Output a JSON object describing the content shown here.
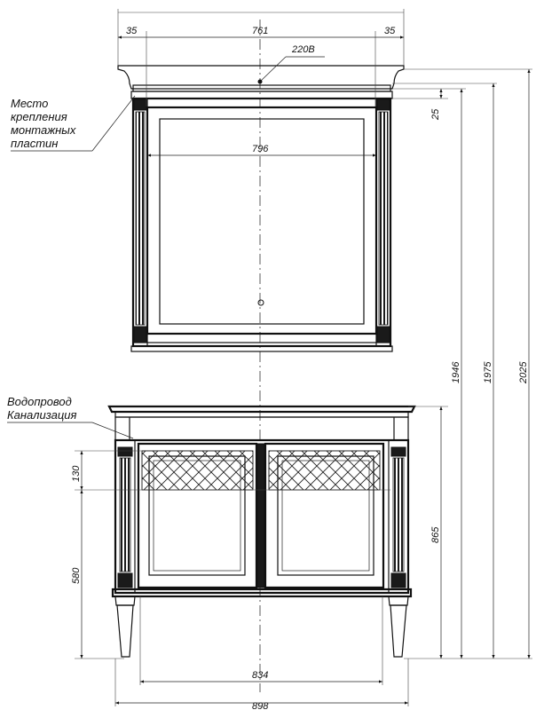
{
  "dimensions": {
    "top_left_offset": "35",
    "top_width": "761",
    "top_right_offset": "35",
    "mirror_inner_width": "796",
    "top_gap": "25",
    "mirror_bottom_height": "1946",
    "mirror_mid_height": "1975",
    "mirror_top_height": "2025",
    "plumbing_zone": "130",
    "cabinet_height": "865",
    "plumbing_height": "580",
    "legs_span": "834",
    "base_width": "898"
  },
  "labels": {
    "power": "220В",
    "mounting_line1": "Место",
    "mounting_line2": "крепления",
    "mounting_line3": "монтажных",
    "mounting_line4": "пластин",
    "water_supply": "Водопровод",
    "sewer": "Канализация"
  }
}
